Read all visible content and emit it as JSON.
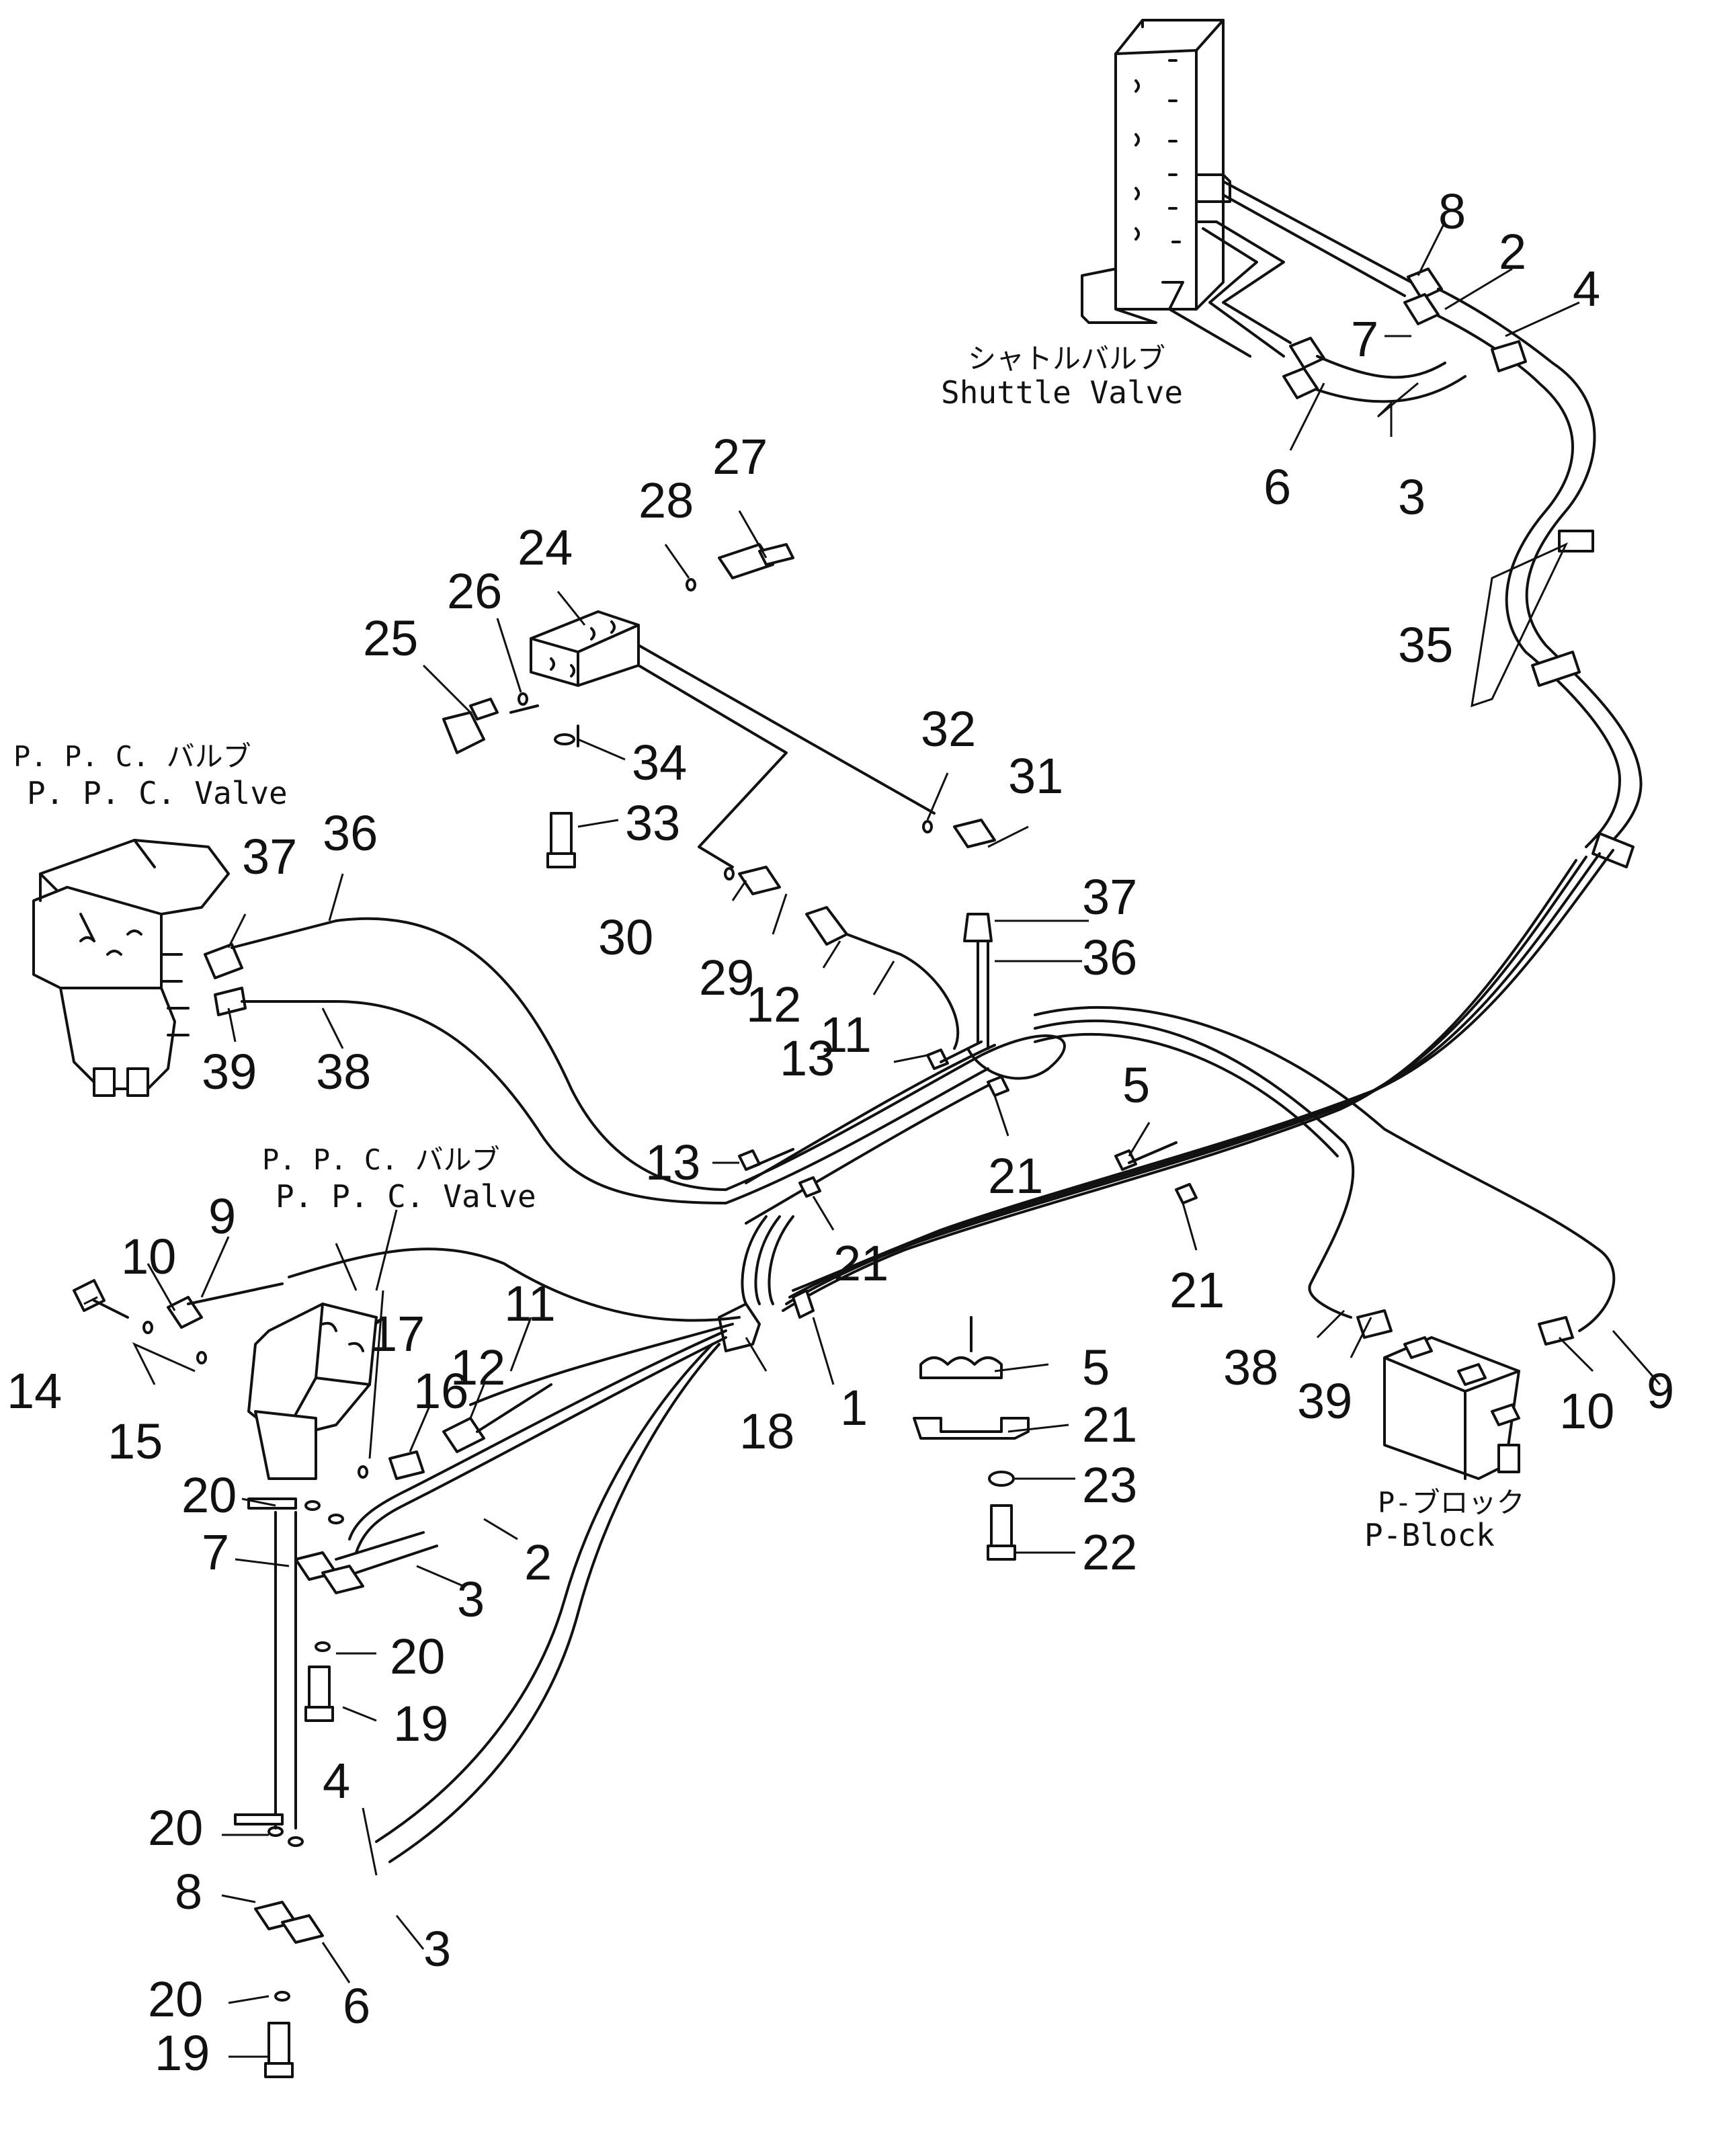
{
  "labels": {
    "shuttle_valve_jp": "シャトルバルブ",
    "shuttle_valve": "Shuttle Valve",
    "ppc_valve_upper_jp": "P. P. C. バルブ",
    "ppc_valve_upper": "P. P. C. Valve",
    "ppc_valve_lower_jp": "P. P. C. バルブ",
    "ppc_valve_lower": "P. P. C. Valve",
    "p_block_jp": "P-ブロック",
    "p_block": "P-Block"
  },
  "callouts": [
    "8",
    "2",
    "4",
    "7",
    "6",
    "3",
    "35",
    "27",
    "28",
    "24",
    "26",
    "25",
    "34",
    "33",
    "32",
    "31",
    "30",
    "29",
    "37",
    "36",
    "37",
    "36",
    "39",
    "38",
    "12",
    "11",
    "13",
    "13",
    "21",
    "21",
    "5",
    "21",
    "9",
    "10",
    "14",
    "15",
    "17",
    "16",
    "12",
    "11",
    "18",
    "1",
    "5",
    "21",
    "23",
    "22",
    "38",
    "39",
    "10",
    "9",
    "20",
    "7",
    "3",
    "2",
    "20",
    "19",
    "4",
    "20",
    "8",
    "3",
    "6",
    "20",
    "19"
  ]
}
